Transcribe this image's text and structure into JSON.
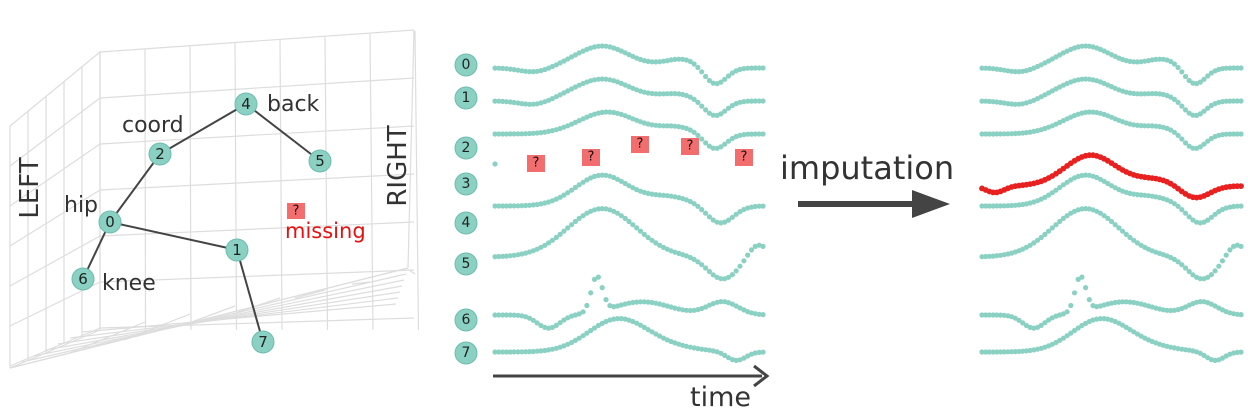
{
  "colors": {
    "node": "#8ad1c3",
    "node_stroke": "#6cbcae",
    "signal": "#8ad1c3",
    "missing": "#f26d6d",
    "imputed": "#e8201f",
    "edge": "#444444",
    "arrow": "#444444",
    "grid": "#dddddd",
    "text": "#333333",
    "missing_text": "#e81010"
  },
  "skeleton": {
    "side_left": "LEFT",
    "side_right": "RIGHT",
    "nodes": [
      {
        "id": "0",
        "label": "0"
      },
      {
        "id": "1",
        "label": "1"
      },
      {
        "id": "2",
        "label": "2"
      },
      {
        "id": "4",
        "label": "4"
      },
      {
        "id": "5",
        "label": "5"
      },
      {
        "id": "6",
        "label": "6"
      },
      {
        "id": "7",
        "label": "7"
      }
    ],
    "joint_labels": {
      "coord": "coord",
      "back": "back",
      "hip": "hip",
      "knee": "knee"
    },
    "missing_marker": "?",
    "missing_label": "missing"
  },
  "signals": {
    "channels": [
      "0",
      "1",
      "2",
      "3",
      "4",
      "5",
      "6",
      "7"
    ],
    "missing_channel": "3",
    "missing_markers": [
      "?",
      "?",
      "?",
      "?",
      "?"
    ],
    "time_label": "time"
  },
  "imputation": {
    "label": "imputation",
    "imputed_channel": "3"
  }
}
